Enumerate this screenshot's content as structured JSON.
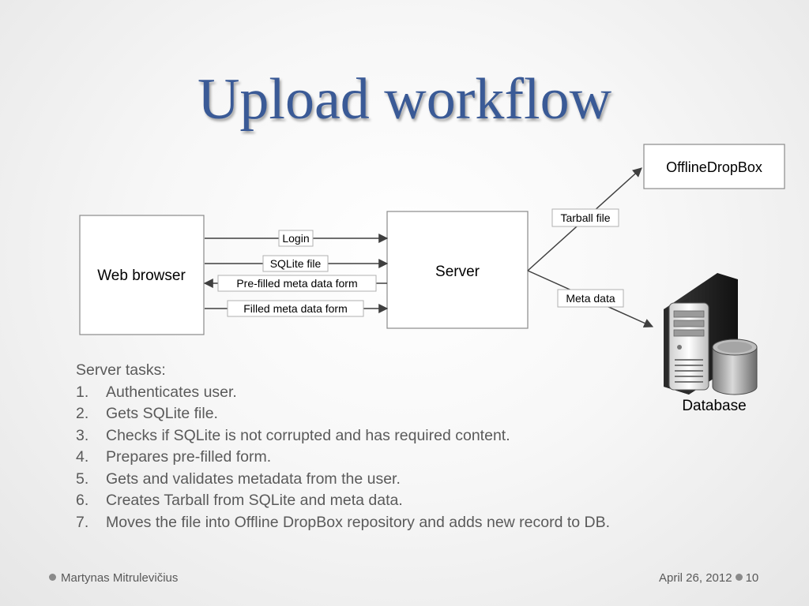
{
  "title": "Upload workflow",
  "diagram": {
    "nodes": {
      "web_browser": "Web browser",
      "server": "Server",
      "offline_dropbox": "OfflineDropBox",
      "database": "Database"
    },
    "edges": {
      "login": "Login",
      "sqlite_file": "SQLite file",
      "prefilled_form": "Pre-filled meta data form",
      "filled_form": "Filled meta data form",
      "tarball_file": "Tarball file",
      "meta_data": "Meta data"
    }
  },
  "tasks": {
    "heading": "Server tasks:",
    "items": [
      {
        "num": "1.",
        "text": "Authenticates user."
      },
      {
        "num": "2.",
        "text": "Gets SQLite file."
      },
      {
        "num": "3.",
        "text": "Checks if SQLite is not corrupted and has required content."
      },
      {
        "num": "4.",
        "text": "Prepares pre-filled form."
      },
      {
        "num": "5.",
        "text": "Gets and validates metadata from the user."
      },
      {
        "num": "6.",
        "text": "Creates Tarball from SQLite and meta data."
      },
      {
        "num": "7.",
        "text": "Moves the file into Offline DropBox repository and adds new record to DB."
      }
    ]
  },
  "footer": {
    "author": "Martynas Mitrulevičius",
    "date": "April 26, 2012",
    "page": "10"
  },
  "colors": {
    "title": "#3a5a96",
    "text": "#5a5a5a"
  }
}
